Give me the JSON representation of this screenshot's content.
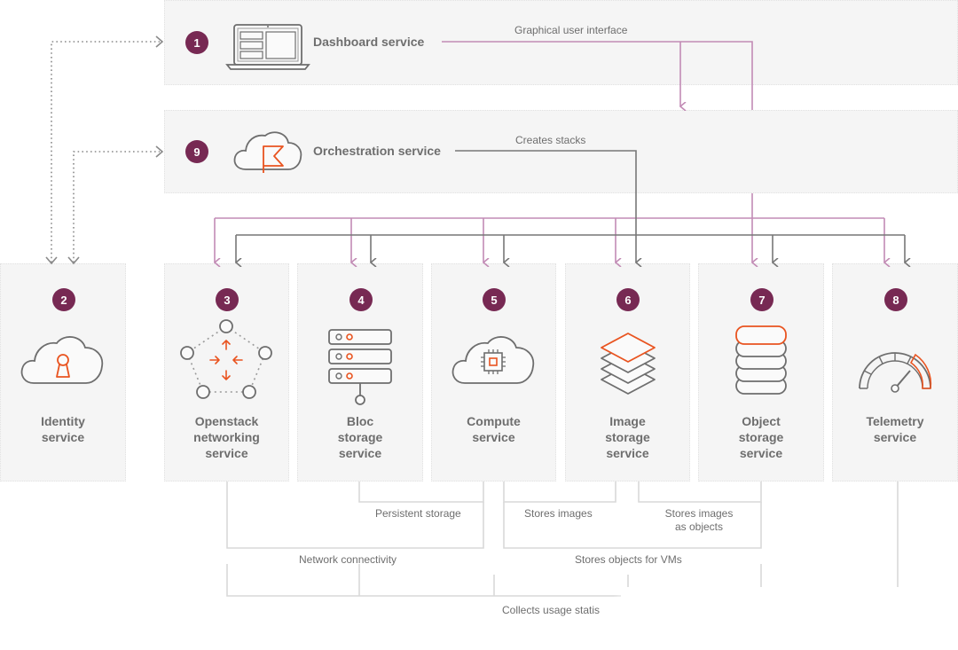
{
  "dashboard": {
    "number": "1",
    "title": "Dashboard service"
  },
  "orchestration": {
    "number": "9",
    "title": "Orchestration service"
  },
  "services": [
    {
      "number": "2",
      "label": "Identity\nservice",
      "icon": "cloud-keyhole-icon"
    },
    {
      "number": "3",
      "label": "Openstack\nnetworking\nservice",
      "icon": "network-pentagon-icon"
    },
    {
      "number": "4",
      "label": "Bloc\nstorage\nservice",
      "icon": "server-rack-icon"
    },
    {
      "number": "5",
      "label": "Compute\nservice",
      "icon": "cloud-chip-icon"
    },
    {
      "number": "6",
      "label": "Image\nstorage\nservice",
      "icon": "stacked-layers-icon"
    },
    {
      "number": "7",
      "label": "Object\nstorage\nservice",
      "icon": "stacked-discs-icon"
    },
    {
      "number": "8",
      "label": "Telemetry\nservice",
      "icon": "gauge-icon"
    }
  ],
  "connections": {
    "graphical_ui": "Graphical user interface",
    "creates_stacks": "Creates stacks",
    "persistent_storage": "Persistent storage",
    "stores_images": "Stores images",
    "stores_images_objects": "Stores images\nas objects",
    "network_connectivity": "Network connectivity",
    "stores_objects_vms": "Stores objects for VMs",
    "collects_usage": "Collects usage statis"
  },
  "colors": {
    "accent_purple": "#772953",
    "connector_purple": "#c28bb5",
    "connector_gray": "#777777",
    "icon_orange": "#e95420",
    "panel_bg": "#f5f5f5"
  }
}
